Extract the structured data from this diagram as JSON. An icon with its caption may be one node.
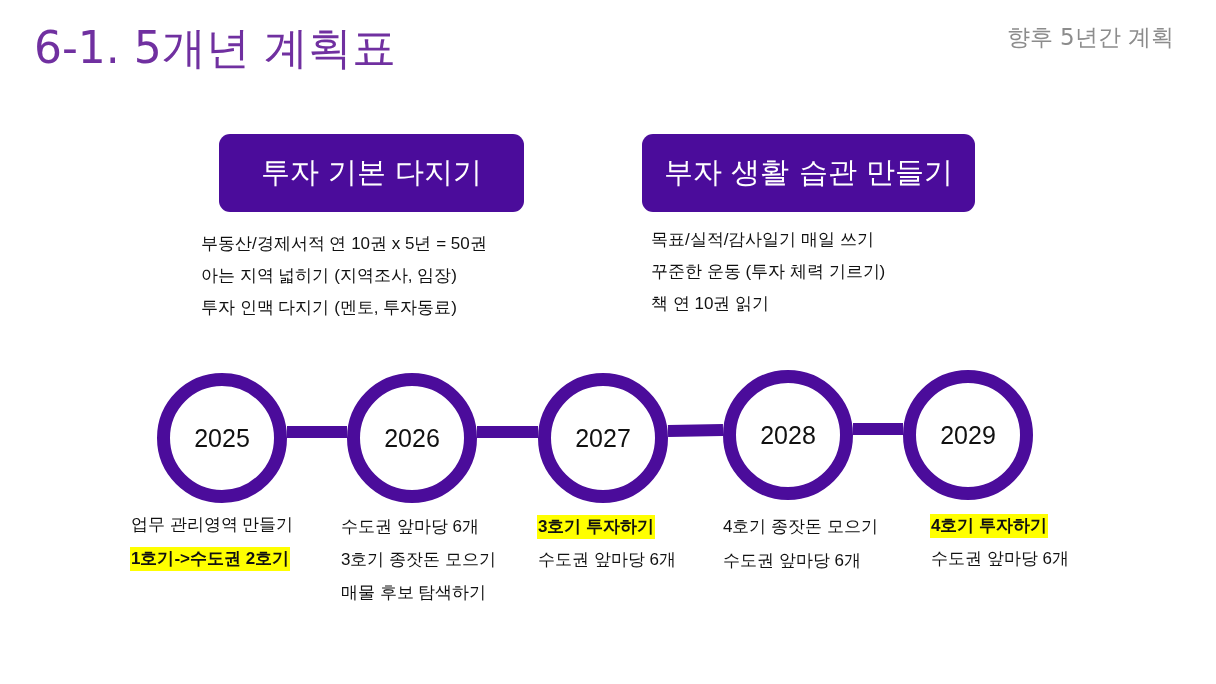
{
  "diagram": {
    "title": "6-1. 5개년 계획표",
    "nodes": [
      {
        "text": [
          "투자 기본 다지기"
        ],
        "beside": [
          "부동산/경제서적 연 10권 x 5년 = 50권",
          "아는 지역 넓히기 (지역조사, 임장)",
          "투자 인맥 다지기 (멘토, 투자동료)"
        ]
      },
      {
        "text": [
          "부자 생활 습관 만들기"
        ],
        "beside": [
          "목표/실적/감사일기 매일 쓰기",
          "꾸준한 운동 (투자 체력 기르기)",
          "책 연 10권 읽기"
        ]
      },
      {
        "text": [
          "2025"
        ],
        "beside": [
          "업무 관리영역 만들기",
          "1호기->수도권 2호기"
        ]
      },
      {
        "text": [
          "2026"
        ],
        "beside": [
          "수도권 앞마당 6개",
          "3호기 종잣돈 모으기",
          "매물 후보 탐색하기"
        ]
      },
      {
        "text": [
          "2027"
        ],
        "beside": [
          "3호기 투자하기",
          "수도권 앞마당 6개"
        ]
      },
      {
        "text": [
          "2028"
        ],
        "beside": [
          "4호기 종잣돈 모으기",
          "수도권 앞마당 6개"
        ]
      },
      {
        "text": [
          "2029"
        ],
        "beside": [
          "4호기 투자하기",
          "수도권 앞마당 6개"
        ]
      }
    ],
    "edges": [
      {
        "from": 2,
        "to": 3,
        "arrow": "none"
      },
      {
        "from": 3,
        "to": 4,
        "arrow": "none"
      },
      {
        "from": 4,
        "to": 5,
        "arrow": "none"
      },
      {
        "from": 5,
        "to": 6,
        "arrow": "none"
      }
    ],
    "labels": [
      "향후 5년간 계획"
    ]
  }
}
